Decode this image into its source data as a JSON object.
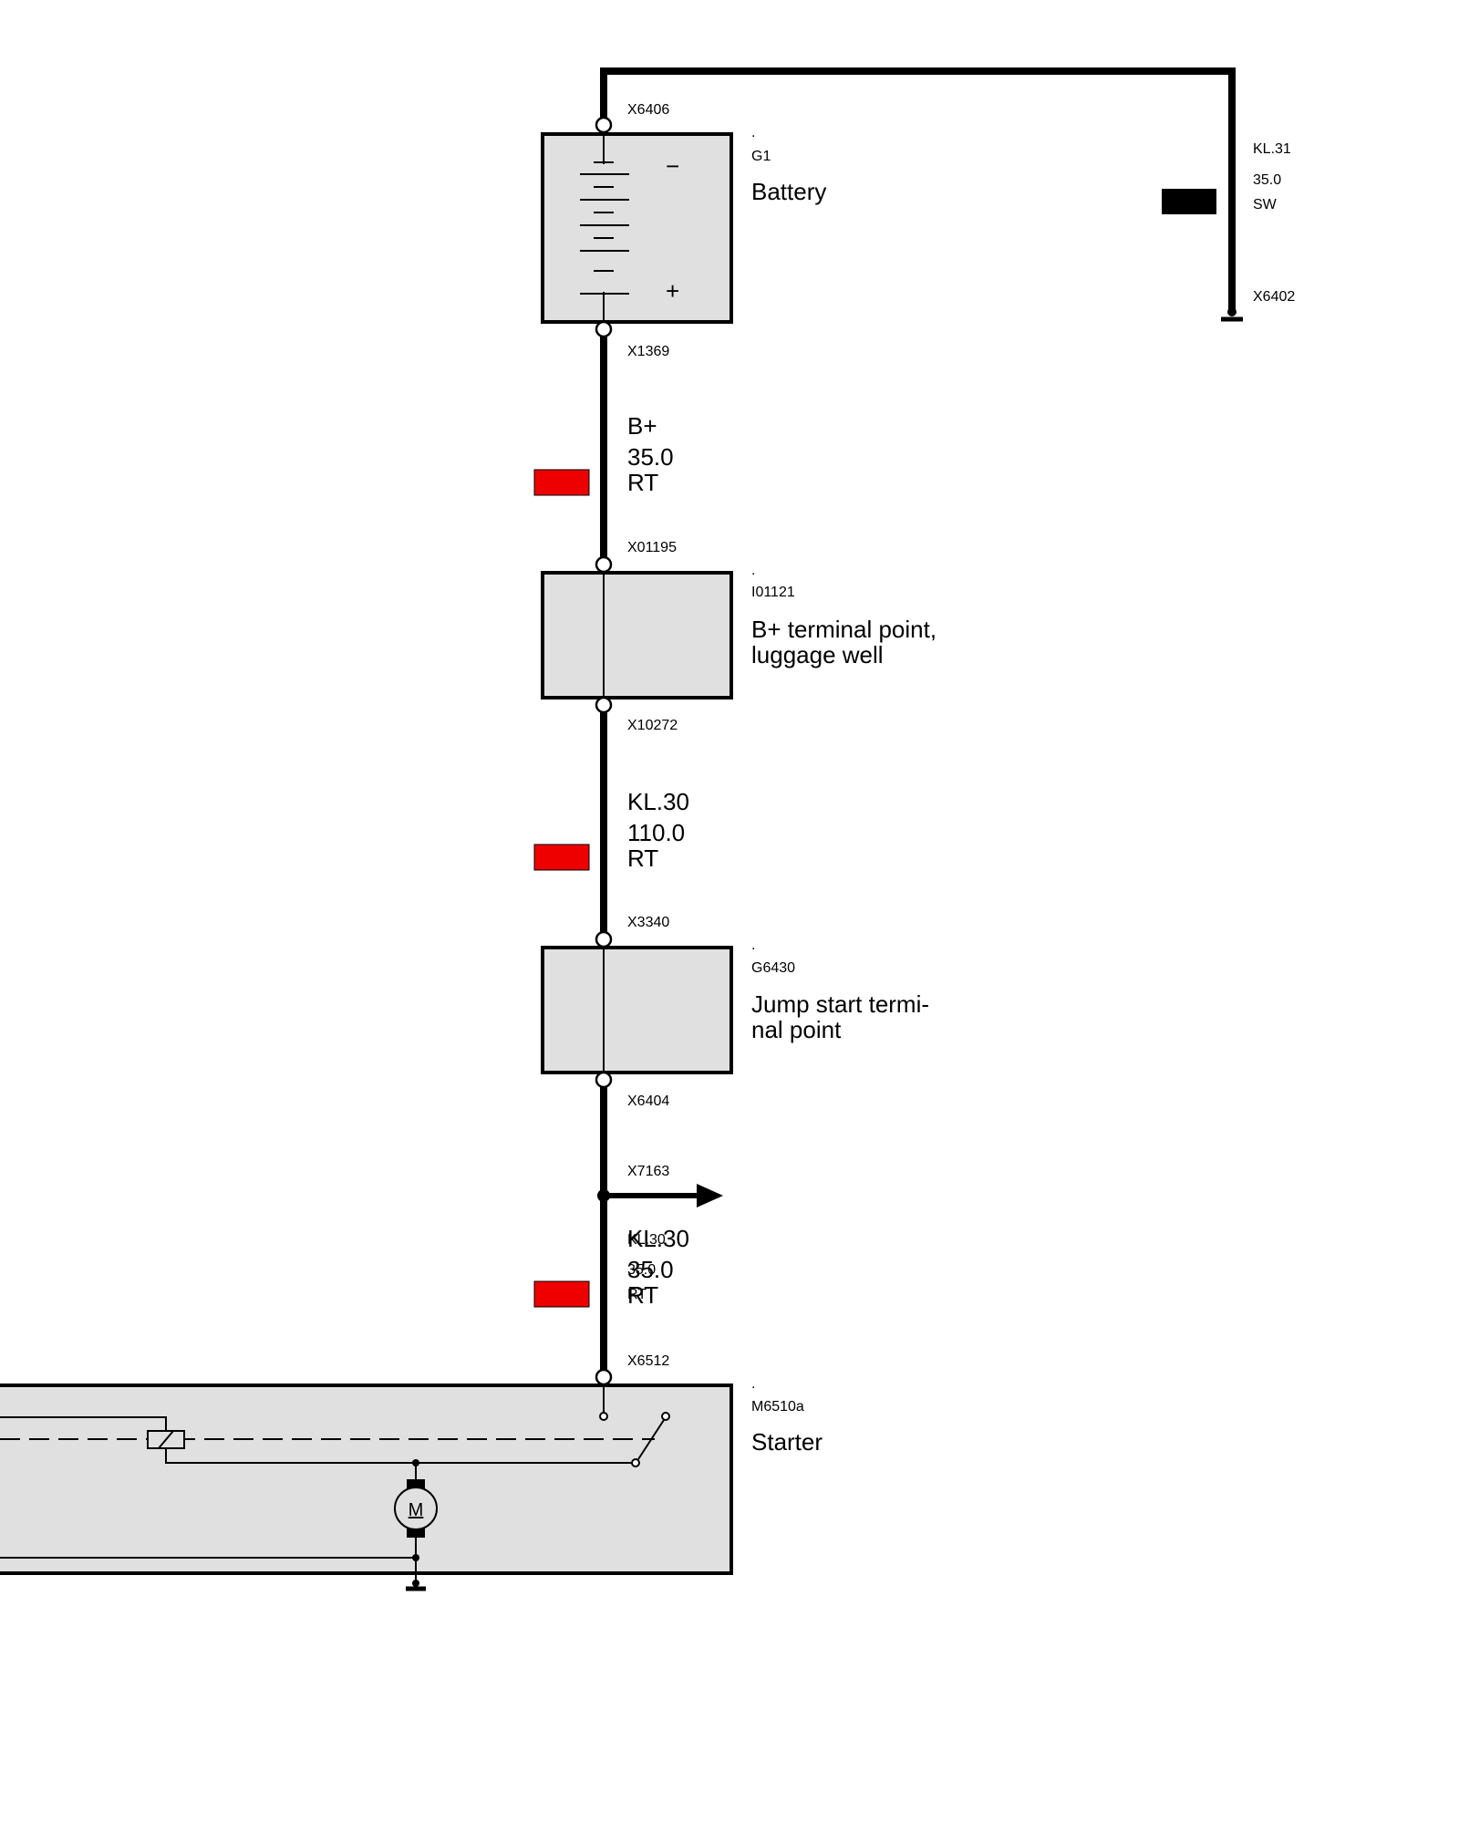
{
  "connectors": {
    "x6406": "X6406",
    "x1369": "X1369",
    "x01195": "X01195",
    "x10272": "X10272",
    "x3340": "X3340",
    "x6404": "X6404",
    "x7163": "X7163",
    "x6512": "X6512",
    "x6402": "X6402"
  },
  "components": {
    "battery": {
      "dot": ".",
      "id": "G1",
      "name": "Battery",
      "minus": "−",
      "plus": "+"
    },
    "terminal_point": {
      "dot": ".",
      "id": "I01121",
      "name_line1": "B+ terminal point,",
      "name_line2": "luggage well"
    },
    "jump_start": {
      "dot": ".",
      "id": "G6430",
      "name_line1": "Jump start termi-",
      "name_line2": "nal point"
    },
    "starter": {
      "dot": ".",
      "id": "M6510a",
      "name": "Starter",
      "motor_symbol": "M"
    }
  },
  "wires": {
    "ground": {
      "terminal": "KL.31",
      "cross_section": "35.0",
      "color_code": "SW",
      "color": "#000000"
    },
    "b_plus": {
      "terminal": "B+",
      "cross_section": "35.0",
      "color_code": "RT",
      "color": "#ff0000"
    },
    "kl30_main": {
      "terminal": "KL.30",
      "cross_section": "110.0",
      "color_code": "RT",
      "color": "#ff0000"
    },
    "kl30_starter": {
      "terminal": "KL.30",
      "cross_section": "35.0",
      "color_code": "RT",
      "color": "#ff0000",
      "overlap_terminal": "KL.30",
      "overlap_cross_section": "35.0",
      "overlap_color_code": "RT"
    }
  }
}
